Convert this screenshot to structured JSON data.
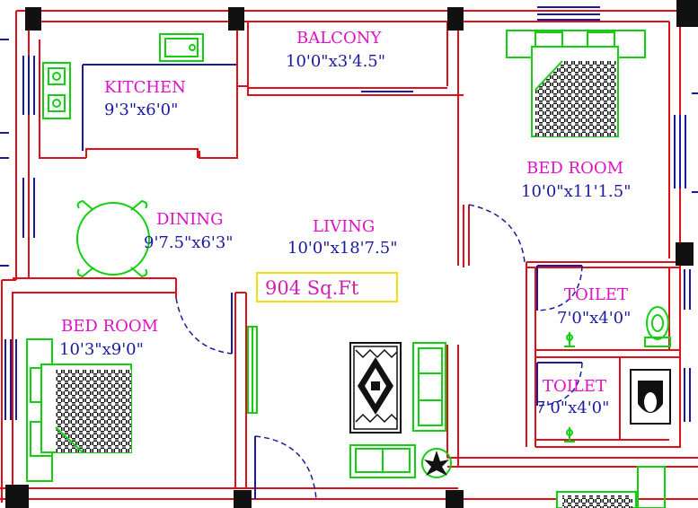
{
  "plan": {
    "balcony": {
      "name": "BALCONY",
      "dim": "10'0\"x3'4.5\""
    },
    "kitchen": {
      "name": "KITCHEN",
      "dim": "9'3\"x6'0\""
    },
    "dining": {
      "name": "DINING",
      "dim": "9'7.5\"x6'3\""
    },
    "living": {
      "name": "LIVING",
      "dim": "10'0\"x18'7.5\""
    },
    "bedroom_right": {
      "name": "BED ROOM",
      "dim": "10'0\"x11'1.5\""
    },
    "bedroom_left": {
      "name": "BED ROOM",
      "dim": "10'3\"x9'0\""
    },
    "toilet_upper": {
      "name": "TOILET",
      "dim": "7'0\"x4'0\""
    },
    "toilet_lower": {
      "name": "TOILET",
      "dim": "7'0\"x4'0\""
    },
    "area": "904  Sq.Ft"
  },
  "colors": {
    "wall": "#e0101a",
    "room_name": "#e010c8",
    "dimension": "#1a1aa0",
    "furniture": "#10d010",
    "door": "#1a1aa0",
    "area_box": "#f0e010"
  }
}
